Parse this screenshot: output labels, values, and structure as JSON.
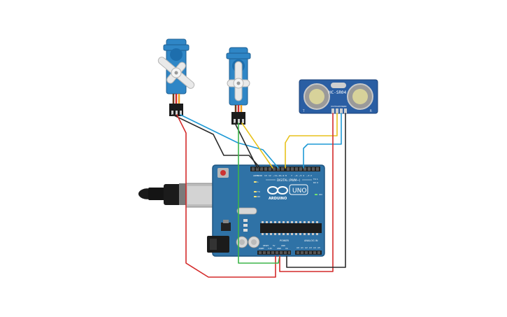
{
  "board": {
    "brand": "ARDUINO",
    "model": "UNO",
    "digital_header": "DIGITAL (PWM~)",
    "power_label": "POWER",
    "analog_label": "ANALOG IN",
    "aref": "AREF",
    "gnd": "GND",
    "pins_top": [
      "13",
      "12",
      "~11",
      "~10",
      "~9",
      "8",
      "7",
      "~6",
      "~5",
      "4",
      "~3",
      "2",
      "TX 1",
      "RX 0"
    ],
    "power_pins": [
      "IOREF",
      "RESET",
      "3.3V",
      "5V",
      "GND",
      "GND",
      "Vin"
    ],
    "analog_pins": [
      "A0",
      "A1",
      "A2",
      "A3",
      "A4",
      "A5"
    ],
    "led_l": "L",
    "led_tx": "TX",
    "led_rx": "RX",
    "led_on": "ON"
  },
  "sensor": {
    "model": "HC-SR04",
    "pins": [
      "VCC",
      "TRIG",
      "ECHO",
      "GND"
    ],
    "t_label": "T",
    "r_label": "R"
  },
  "colors": {
    "board": "#2f72a6",
    "board_dark": "#1f5580",
    "servo": "#2f86c6",
    "sensor": "#2a5ea3",
    "wire_red": "#d42a2a",
    "wire_black": "#2a2a2a",
    "wire_blue": "#1f9ad6",
    "wire_yellow": "#e8c21c",
    "wire_green": "#3db54a"
  }
}
